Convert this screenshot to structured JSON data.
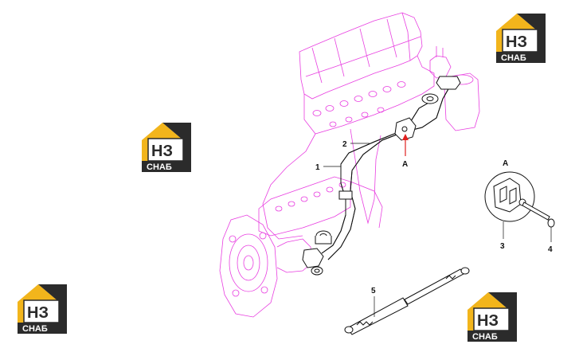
{
  "callouts": {
    "c1": "1",
    "c2": "2",
    "c3": "3",
    "c4": "4",
    "c5": "5",
    "detail_ref": "A",
    "detail_title": "A"
  },
  "watermark": {
    "top": "НЗ",
    "bottom": "СНАБ"
  },
  "colors": {
    "engine_outline": "#e83ee0",
    "part_outline": "#111111",
    "logo_yellow": "#f2b51c",
    "logo_dark": "#2b2b2b"
  }
}
